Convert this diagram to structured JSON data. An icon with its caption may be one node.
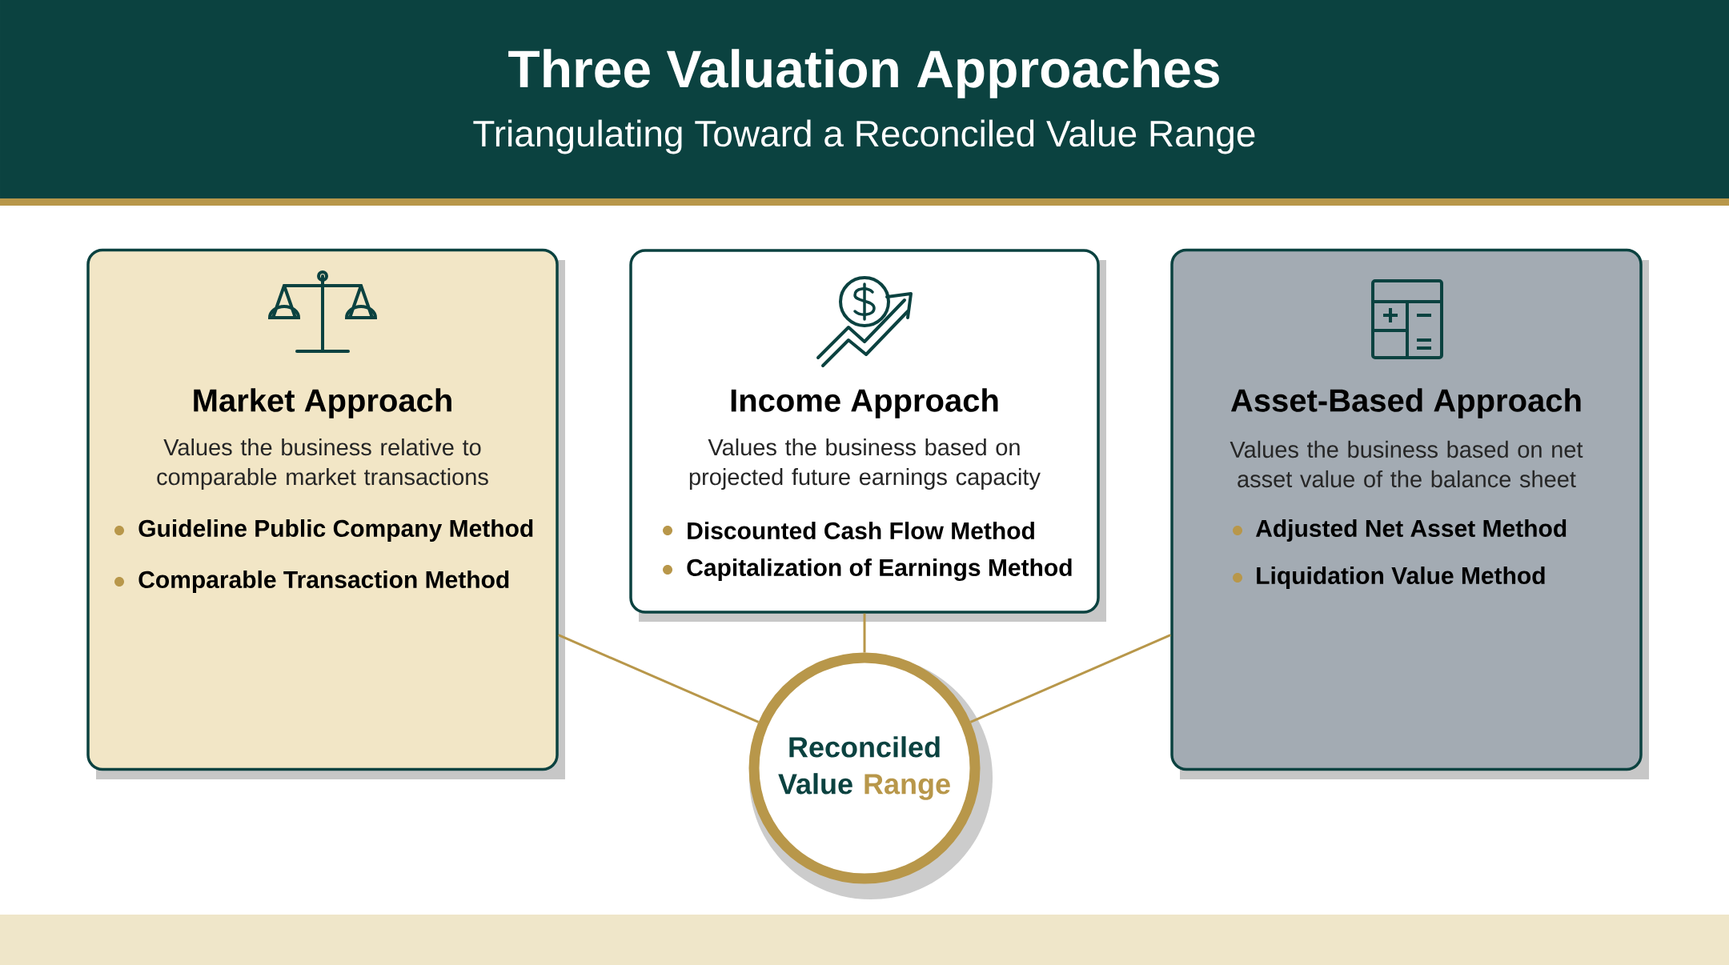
{
  "diagram": {
    "title": "Three Valuation Approaches",
    "nodes": [
      {
        "text": [
          "Market Approach",
          "Values the business relative to comparable market transactions",
          "Guideline Public Company Method",
          "Comparable Transaction Method"
        ]
      },
      {
        "text": [
          "Income Approach",
          "Values the business based on projected future earnings capacity",
          "Discounted Cash Flow Method",
          "Capitalization of Earnings Method"
        ]
      },
      {
        "text": [
          "Asset-Based Approach",
          "Values the business based on net asset value of the balance sheet",
          "Adjusted Net Asset Method",
          "Liquidation Value Method"
        ]
      },
      {
        "text": [
          "Reconciled Value",
          "Range"
        ]
      }
    ],
    "edges": [
      {
        "from": 0,
        "to": 3,
        "arrow": "none"
      },
      {
        "from": 1,
        "to": 3,
        "arrow": "none"
      },
      {
        "from": 2,
        "to": 3,
        "arrow": "none"
      }
    ],
    "labels": [
      "Triangulating Toward a Reconciled Value Range"
    ]
  }
}
